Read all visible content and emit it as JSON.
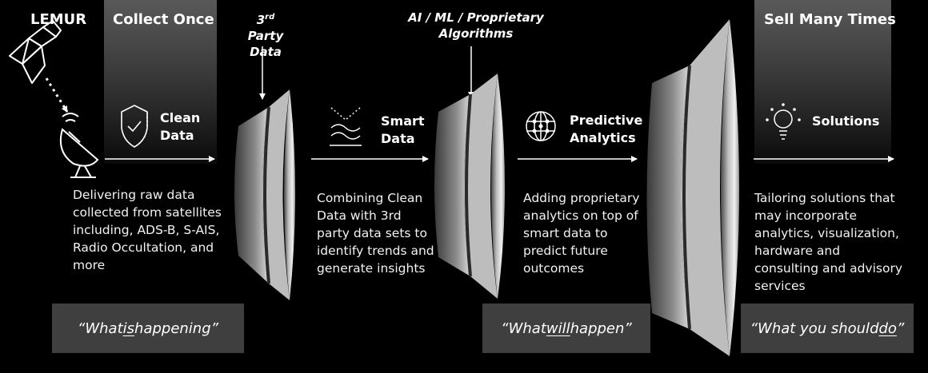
{
  "brand": "LEMUR",
  "headers": {
    "collect_once": "Collect Once",
    "sell_many": "Sell Many Times"
  },
  "sources": {
    "third_party": [
      "3",
      "rd",
      " Party",
      "Data"
    ],
    "ai_ml": [
      "AI / ML / Proprietary",
      "Algorithms"
    ]
  },
  "stages": {
    "clean": {
      "label": [
        "Clean",
        "Data"
      ],
      "icon": "shield-check-icon",
      "description": [
        "Delivering raw data",
        "collected from satellites",
        "including, ADS-B, S-AIS,",
        "Radio Occultation, and",
        "more"
      ]
    },
    "smart": {
      "label": [
        "Smart",
        "Data"
      ],
      "icon": "waves-icon",
      "description": [
        "Combining Clean",
        "Data with 3rd",
        "party data sets to",
        "identify trends and",
        "generate insights"
      ]
    },
    "predictive": {
      "label": [
        "Predictive",
        "Analytics"
      ],
      "icon": "globe-network-icon",
      "description": [
        "Adding proprietary",
        "analytics on top of",
        "smart data to",
        "predict future",
        "outcomes"
      ]
    },
    "solutions": {
      "label": [
        "Solutions"
      ],
      "icon": "lightbulb-icon",
      "description": [
        "Tailoring solutions that",
        "may incorporate",
        "analytics, visualization,",
        "hardware and",
        "consulting and advisory",
        "services"
      ]
    }
  },
  "quotes": {
    "is": {
      "pre": "“What ",
      "em": "is",
      "post": " happening”"
    },
    "will": {
      "pre": "“What ",
      "em": "will",
      "post": " happen”"
    },
    "do": {
      "pre": "“What you should ",
      "em": "do",
      "post": "”"
    }
  },
  "colors": {
    "background": "#000000",
    "band": "#3f3f3f",
    "funnel_light": "#e6e6e6",
    "funnel_dark": "#555555"
  }
}
